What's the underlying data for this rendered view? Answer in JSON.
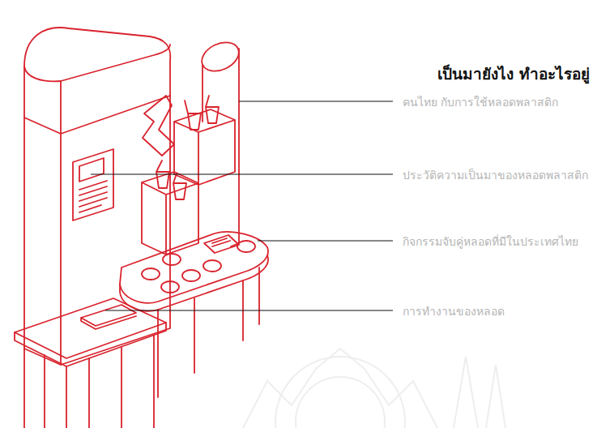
{
  "diagram": {
    "title": "เป็นมายังไง ทำอะไรอยู่",
    "labels": [
      "คนไทย กับการใช้หลอดพลาสติก",
      "ประวัติความเป็นมาของหลอดพลาสติก",
      "กิจกรรมจับคู่หลอดที่มีในประเทศไทย",
      "การทำงานของหลอด"
    ]
  }
}
